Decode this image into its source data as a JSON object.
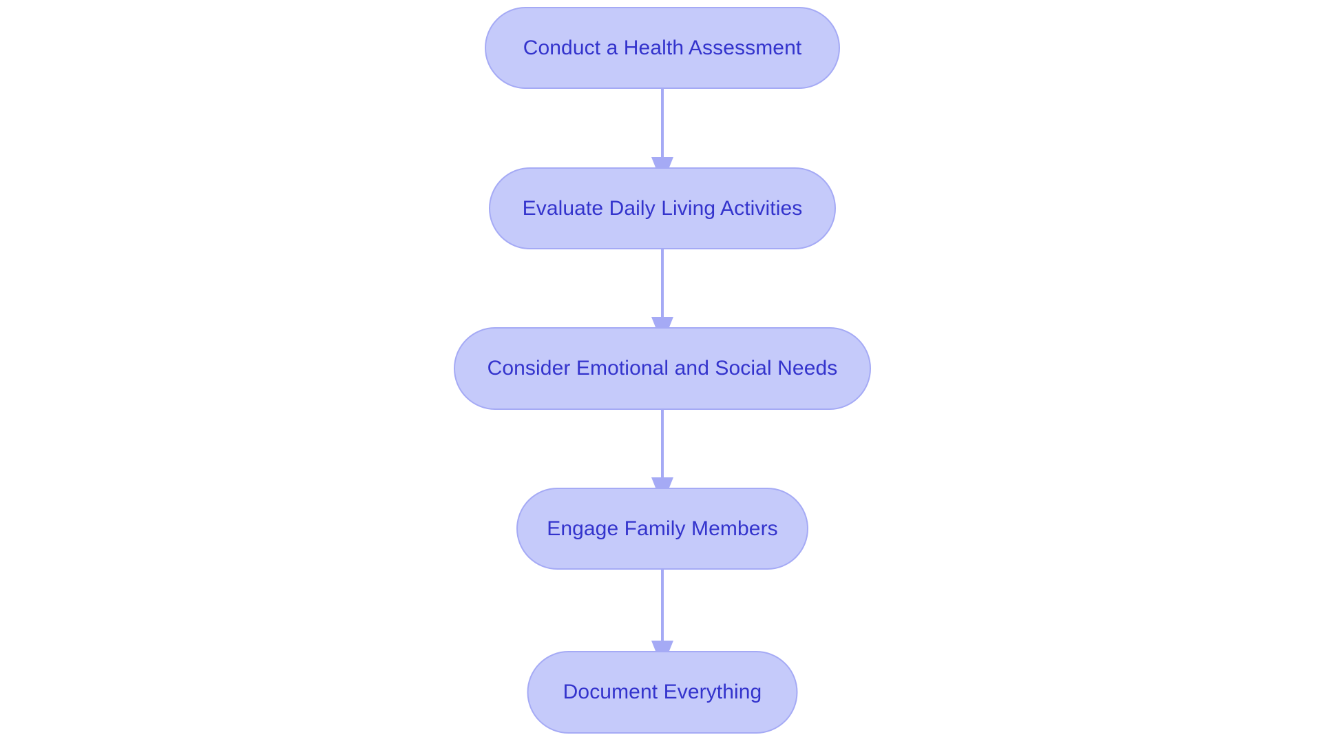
{
  "diagram": {
    "type": "flowchart",
    "orientation": "vertical-top-to-bottom",
    "background_color": "#ffffff",
    "node_fill_color": "#c5cafa",
    "node_border_color": "#a5aaf5",
    "node_text_color": "#3333cc",
    "edge_color": "#a5aaf5",
    "nodes": [
      {
        "id": "node-1",
        "label": "Conduct a Health Assessment"
      },
      {
        "id": "node-2",
        "label": "Evaluate Daily Living Activities"
      },
      {
        "id": "node-3",
        "label": "Consider Emotional and Social Needs"
      },
      {
        "id": "node-4",
        "label": "Engage Family Members"
      },
      {
        "id": "node-5",
        "label": "Document Everything"
      }
    ],
    "edges": [
      {
        "id": "edge-1",
        "from": "node-1",
        "to": "node-2",
        "label": "",
        "arrow": "down"
      },
      {
        "id": "edge-2",
        "from": "node-2",
        "to": "node-3",
        "label": "",
        "arrow": "down"
      },
      {
        "id": "edge-3",
        "from": "node-3",
        "to": "node-4",
        "label": "",
        "arrow": "down"
      },
      {
        "id": "edge-4",
        "from": "node-4",
        "to": "node-5",
        "label": "",
        "arrow": "down"
      }
    ]
  }
}
